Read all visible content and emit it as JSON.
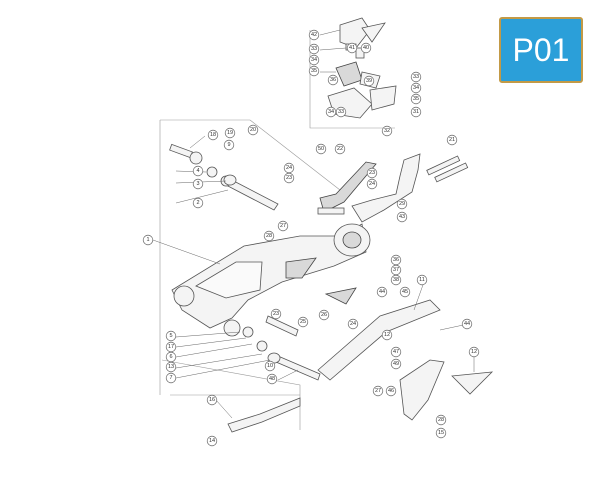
{
  "badge": {
    "label": "P01",
    "bg": "#2b9fd9",
    "border": "#c39a46"
  },
  "callouts": [
    "42",
    "33",
    "34",
    "35",
    "41",
    "40",
    "36",
    "39",
    "33",
    "34",
    "35",
    "31",
    "34",
    "33",
    "32",
    "20",
    "19",
    "18",
    "9",
    "4",
    "3",
    "2",
    "21",
    "50",
    "22",
    "24",
    "23",
    "23",
    "24",
    "29",
    "43",
    "1",
    "27",
    "28",
    "36",
    "37",
    "38",
    "11",
    "44",
    "45",
    "23",
    "26",
    "25",
    "24",
    "12",
    "5",
    "17",
    "6",
    "13",
    "7",
    "10",
    "48",
    "44",
    "47",
    "49",
    "12",
    "27",
    "46",
    "28",
    "15",
    "16",
    "14"
  ]
}
